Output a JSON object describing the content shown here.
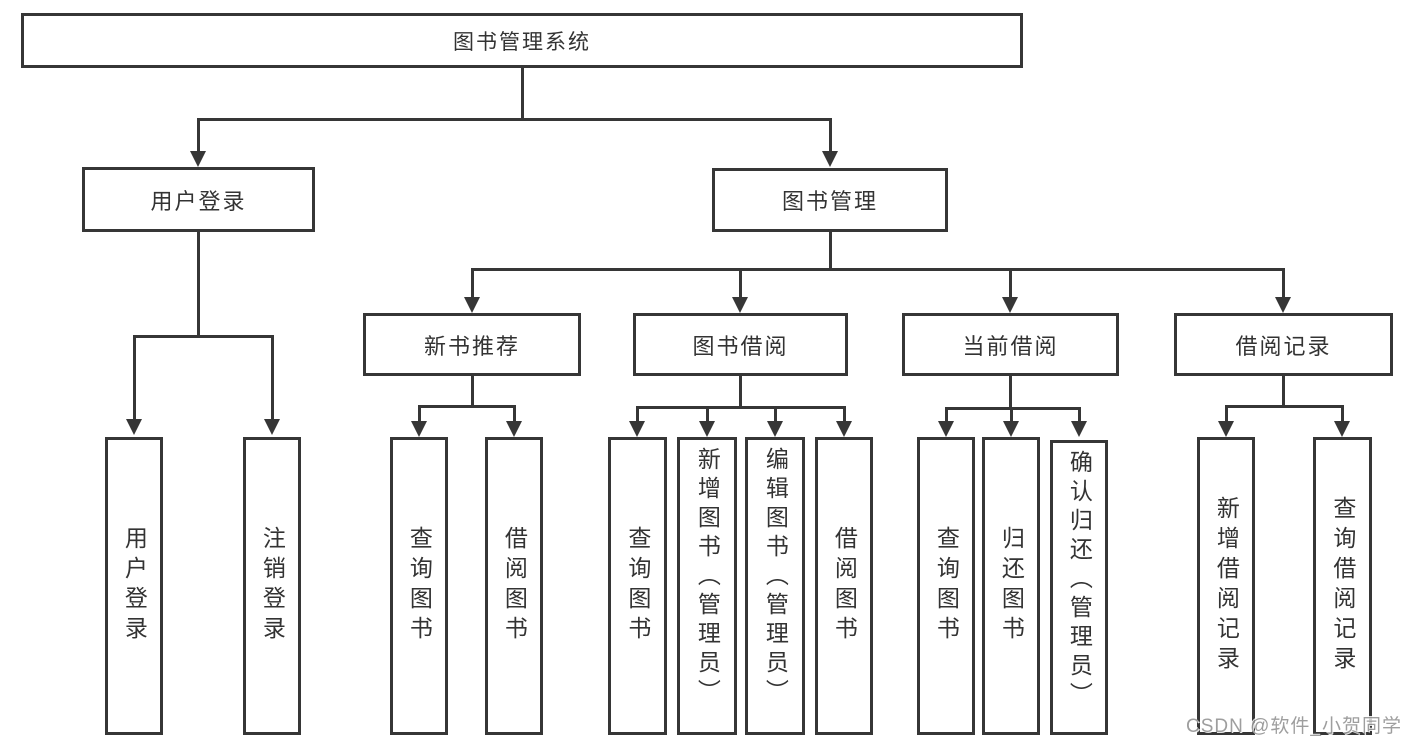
{
  "diagram": {
    "root": {
      "label": "图书管理系统"
    },
    "login": {
      "label": "用户登录",
      "children": [
        {
          "label": "用户登录"
        },
        {
          "label": "注销登录"
        }
      ]
    },
    "management": {
      "label": "图书管理",
      "groups": [
        {
          "label": "新书推荐",
          "children": [
            {
              "label": "查询图书"
            },
            {
              "label": "借阅图书"
            }
          ]
        },
        {
          "label": "图书借阅",
          "children": [
            {
              "label": "查询图书"
            },
            {
              "label": "新增图书（管理员）"
            },
            {
              "label": "编辑图书（管理员）"
            },
            {
              "label": "借阅图书"
            }
          ]
        },
        {
          "label": "当前借阅",
          "children": [
            {
              "label": "查询图书"
            },
            {
              "label": "归还图书"
            },
            {
              "label": "确认归还（管理员）"
            }
          ]
        },
        {
          "label": "借阅记录",
          "children": [
            {
              "label": "新增借阅记录"
            },
            {
              "label": "查询借阅记录"
            }
          ]
        }
      ]
    }
  },
  "watermark": {
    "text": "CSDN @软件_小贺同学"
  },
  "colors": {
    "line": "#363636",
    "border": "#363636",
    "text": "#333333",
    "background": "#ffffff",
    "watermark": "#969696"
  }
}
